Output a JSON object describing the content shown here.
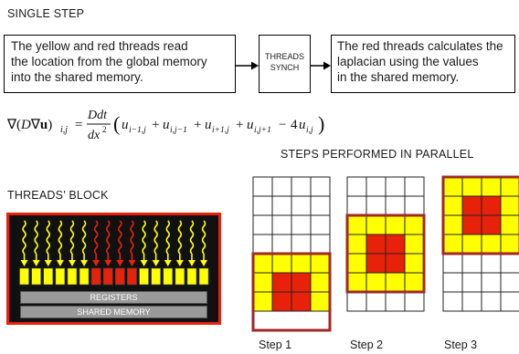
{
  "single_step": {
    "heading": "SINGLE STEP",
    "box_left": [
      "The yellow and red threads read",
      "the location from the global memory",
      "into the shared memory."
    ],
    "synch": [
      "THREADS",
      "SYNCH"
    ],
    "box_right": [
      "The red threads calculates the",
      "laplacian using the values",
      "in the shared memory."
    ]
  },
  "formula": "∇(D∇u)i,j = Ddt/dx² (ui−1,j + ui,j−1 + ui+1,j + ui,j+1 − 4ui,j)",
  "threads_block": {
    "heading": "THREADS’ BLOCK",
    "registers": "REGISTERS",
    "shared_memory": "SHARED MEMORY"
  },
  "parallel": {
    "heading": "STEPS PERFORMED IN PARALLEL",
    "steps": [
      "Step 1",
      "Step 2",
      "Step 3"
    ]
  },
  "colors": {
    "yellow": "#ffff00",
    "red": "#e8210a",
    "border_red": "#a02828",
    "block_bg": "#111111"
  }
}
